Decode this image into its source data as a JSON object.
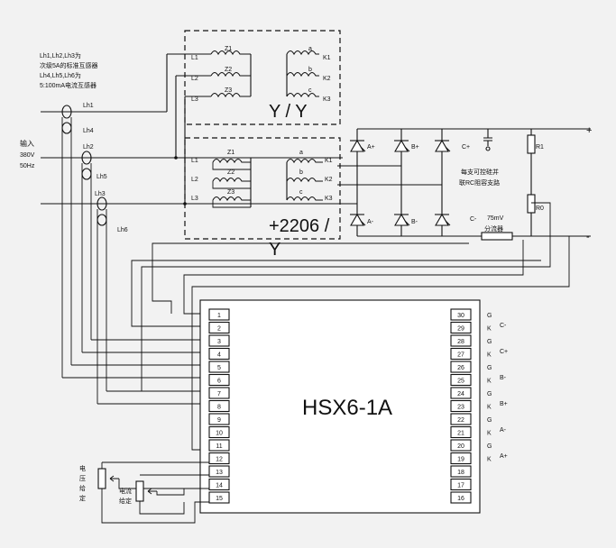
{
  "notes": {
    "line1": "Lh1,Lh2,Lh3为",
    "line2": "次级5A的标准互感器",
    "line3": "Lh4,Lh5,Lh6为",
    "line4": "5:100mA电流互感器"
  },
  "input": {
    "label": "输入",
    "voltage": "380V",
    "freq": "50Hz"
  },
  "ct_labels": [
    "Lh1",
    "Lh4",
    "Lh2",
    "Lh5",
    "Lh3",
    "Lh6"
  ],
  "sync_transformer": {
    "primary_terminals": [
      "L1",
      "L2",
      "L3"
    ],
    "primary_windings": [
      "Z1",
      "Z2",
      "Z3"
    ],
    "secondary_windings": [
      "a",
      "b",
      "c"
    ],
    "secondary_terminals": [
      "K1",
      "K2",
      "K3"
    ],
    "connection": "Y / Y"
  },
  "main_transformer": {
    "primary_terminals": [
      "L1",
      "L2",
      "L3"
    ],
    "primary_windings": [
      "Z1",
      "Z2",
      "Z3"
    ],
    "secondary_windings": [
      "a",
      "b",
      "c"
    ],
    "secondary_terminals": [
      "K1",
      "K2",
      "K3"
    ],
    "connection_top": "+2206 /",
    "connection_bottom": "Y"
  },
  "thyristors": [
    "A+",
    "B+",
    "C+",
    "A-",
    "B-",
    "C-"
  ],
  "resistors": [
    "R1",
    "R0"
  ],
  "bridge_note": {
    "line1": "每支可控硅并",
    "line2": "联RC阻容支路"
  },
  "shunt": {
    "line1": "75mV",
    "line2": "分流器"
  },
  "output": {
    "plus": "+",
    "minus": "-"
  },
  "module": {
    "name": "HSX6-1A",
    "left_pins": [
      "1",
      "2",
      "3",
      "4",
      "5",
      "6",
      "7",
      "8",
      "9",
      "10",
      "11",
      "12",
      "13",
      "14",
      "15"
    ],
    "right_pins": [
      "30",
      "29",
      "28",
      "27",
      "26",
      "25",
      "24",
      "23",
      "22",
      "21",
      "20",
      "19",
      "18",
      "17",
      "16"
    ],
    "gk_letters": [
      "G",
      "K",
      "G",
      "K",
      "G",
      "K",
      "G",
      "K",
      "G",
      "K",
      "G",
      "K"
    ],
    "gate_names": [
      "C-",
      "C+",
      "B-",
      "B+",
      "A-",
      "A+"
    ]
  },
  "voltage_set": {
    "line1": "电",
    "line2": "压",
    "line3": "给",
    "line4": "定"
  },
  "current_set": {
    "line1": "电流",
    "line2": "给定"
  }
}
